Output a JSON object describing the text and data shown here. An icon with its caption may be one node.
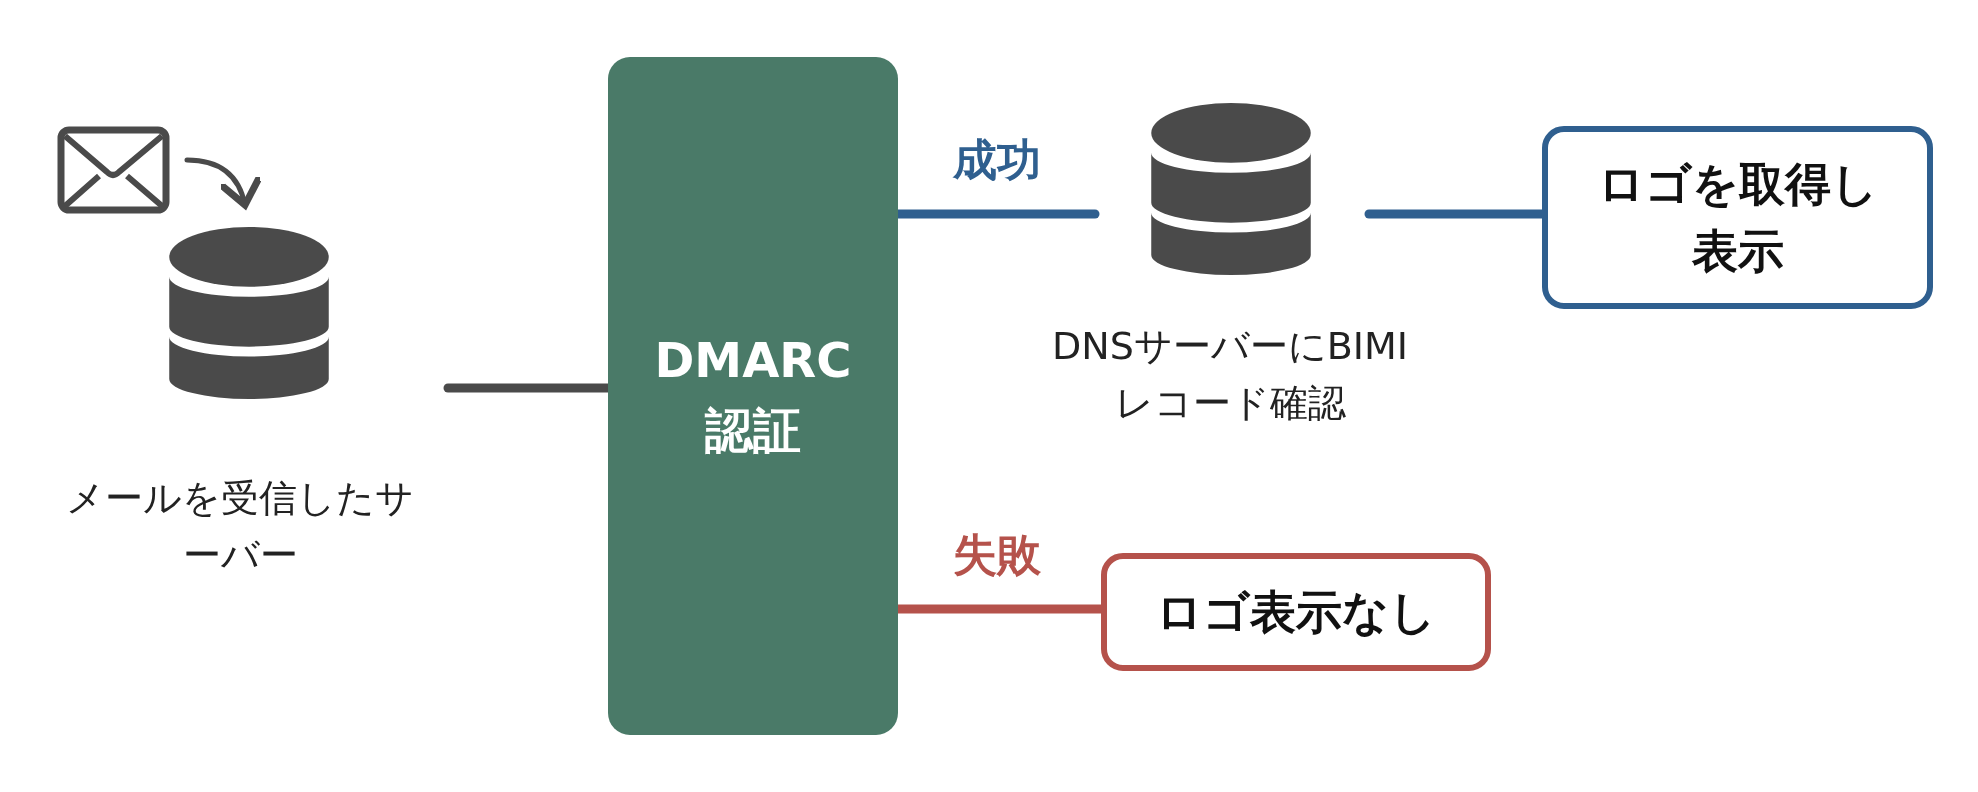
{
  "diagram": {
    "nodes": [
      {
        "text": [],
        "shape": "envelope"
      },
      {
        "text": [
          "メールを受信したサーバー"
        ]
      },
      {
        "text": [
          "DMARC 認証"
        ]
      },
      {
        "text": [
          "DNSサーバーにBIMIレコード確認"
        ]
      },
      {
        "text": [
          "ロゴを取得し表示"
        ]
      },
      {
        "text": [
          "ロゴ表示なし"
        ]
      }
    ],
    "edges": [
      {
        "from": 0,
        "to": 1,
        "arrow": "to"
      },
      {
        "from": 1,
        "to": 2,
        "arrow": "none"
      },
      {
        "from": 2,
        "to": 3,
        "arrow": "none",
        "label": "成功",
        "color": "#2f5f8f"
      },
      {
        "from": 3,
        "to": 4,
        "arrow": "none",
        "color": "#2f5f8f"
      },
      {
        "from": 2,
        "to": 5,
        "arrow": "none",
        "label": "失敗",
        "color": "#b5524b"
      }
    ]
  }
}
